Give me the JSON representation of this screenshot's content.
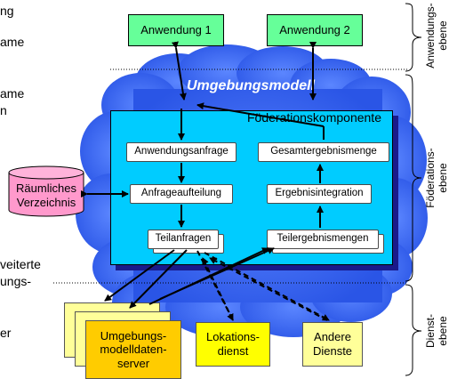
{
  "left_text_fragments": [
    "ng",
    "ame",
    "ame",
    "n",
    "veiterte",
    "ungs-",
    "er"
  ],
  "apps": {
    "app1": "Anwendung 1",
    "app2": "Anwendung 2"
  },
  "environment_model": "Umgebungsmodell",
  "federation_component": "Föderationskomponente",
  "inner_boxes": {
    "request": "Anwendungsanfrage",
    "result_set": "Gesamtergebnismenge",
    "split": "Anfrageaufteilung",
    "integration": "Ergebnisintegration",
    "subrequests": "Teilanfragen",
    "subresults": "Teilergebnismengen"
  },
  "spatial_directory": {
    "line1": "Räumliches",
    "line2": "Verzeichnis"
  },
  "services": {
    "model_server": {
      "line1": "Umgebungs-",
      "line2": "modelldaten-",
      "line3": "server"
    },
    "location": {
      "line1": "Lokations-",
      "line2": "dienst"
    },
    "other": {
      "line1": "Andere",
      "line2": "Dienste"
    }
  },
  "layers": {
    "application": {
      "line1": "Anwendungs-",
      "line2": "ebene"
    },
    "federation": {
      "line1": "Föderations-",
      "line2": "ebene"
    },
    "service": {
      "line1": "Dienst-",
      "line2": "ebene"
    }
  },
  "colors": {
    "cloud": "#3366ff",
    "federation_box": "#00ccff",
    "federation_shadow": "#1a1a8a",
    "app_box": "#66ff99",
    "directory": "#ff99cc",
    "model_server": "#ffcc00",
    "location_service": "#ffff00",
    "other_service": "#ffff99"
  }
}
